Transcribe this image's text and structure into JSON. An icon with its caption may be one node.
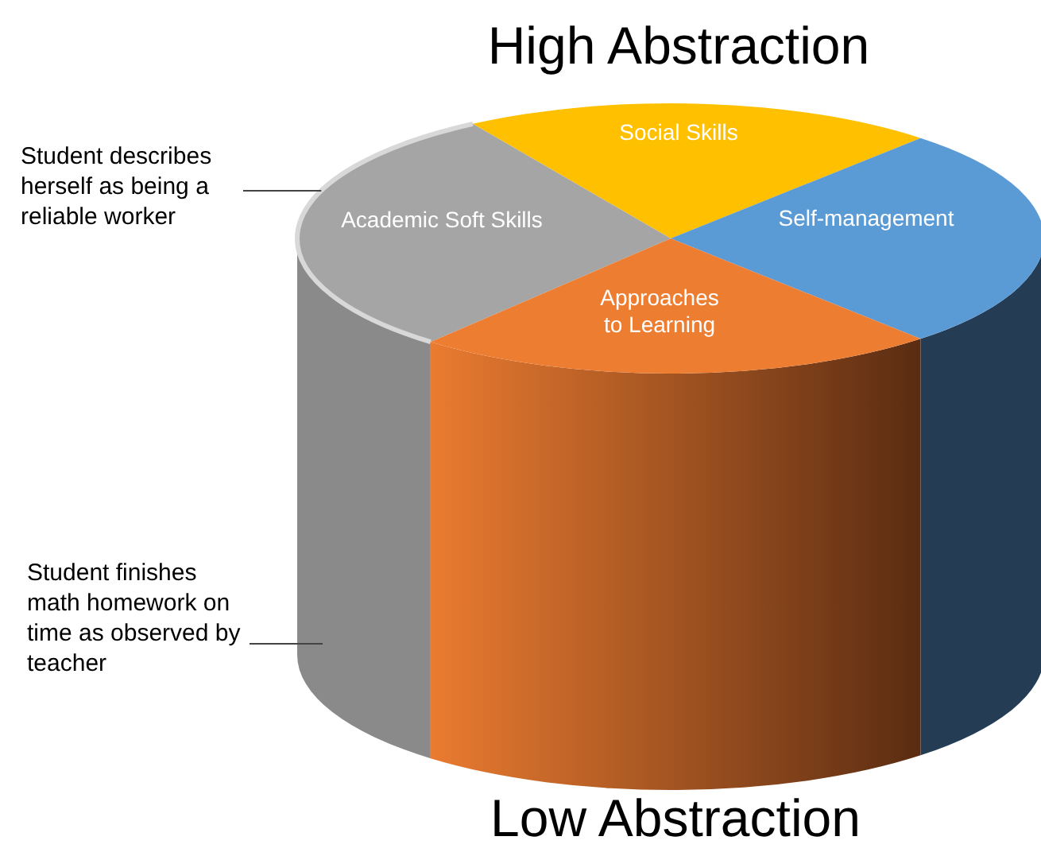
{
  "diagram": {
    "nodes": [
      {
        "text": [
          "Social Skills"
        ]
      },
      {
        "text": [
          "Student describes herself as being a reliable worker"
        ]
      },
      {
        "text": [
          "Academic Soft Skills"
        ]
      },
      {
        "text": [
          "Self-management"
        ]
      },
      {
        "text": [
          "Approaches to Learning"
        ]
      },
      {
        "text": [
          "Student finishes math homework on time as observed by teacher"
        ]
      }
    ],
    "edges": [
      {
        "from": 1,
        "to": 2,
        "arrow": "none"
      },
      {
        "from": 5,
        "to": null,
        "arrow": "none"
      }
    ],
    "labels": [
      "High Abstraction",
      "Low Abstraction"
    ]
  }
}
